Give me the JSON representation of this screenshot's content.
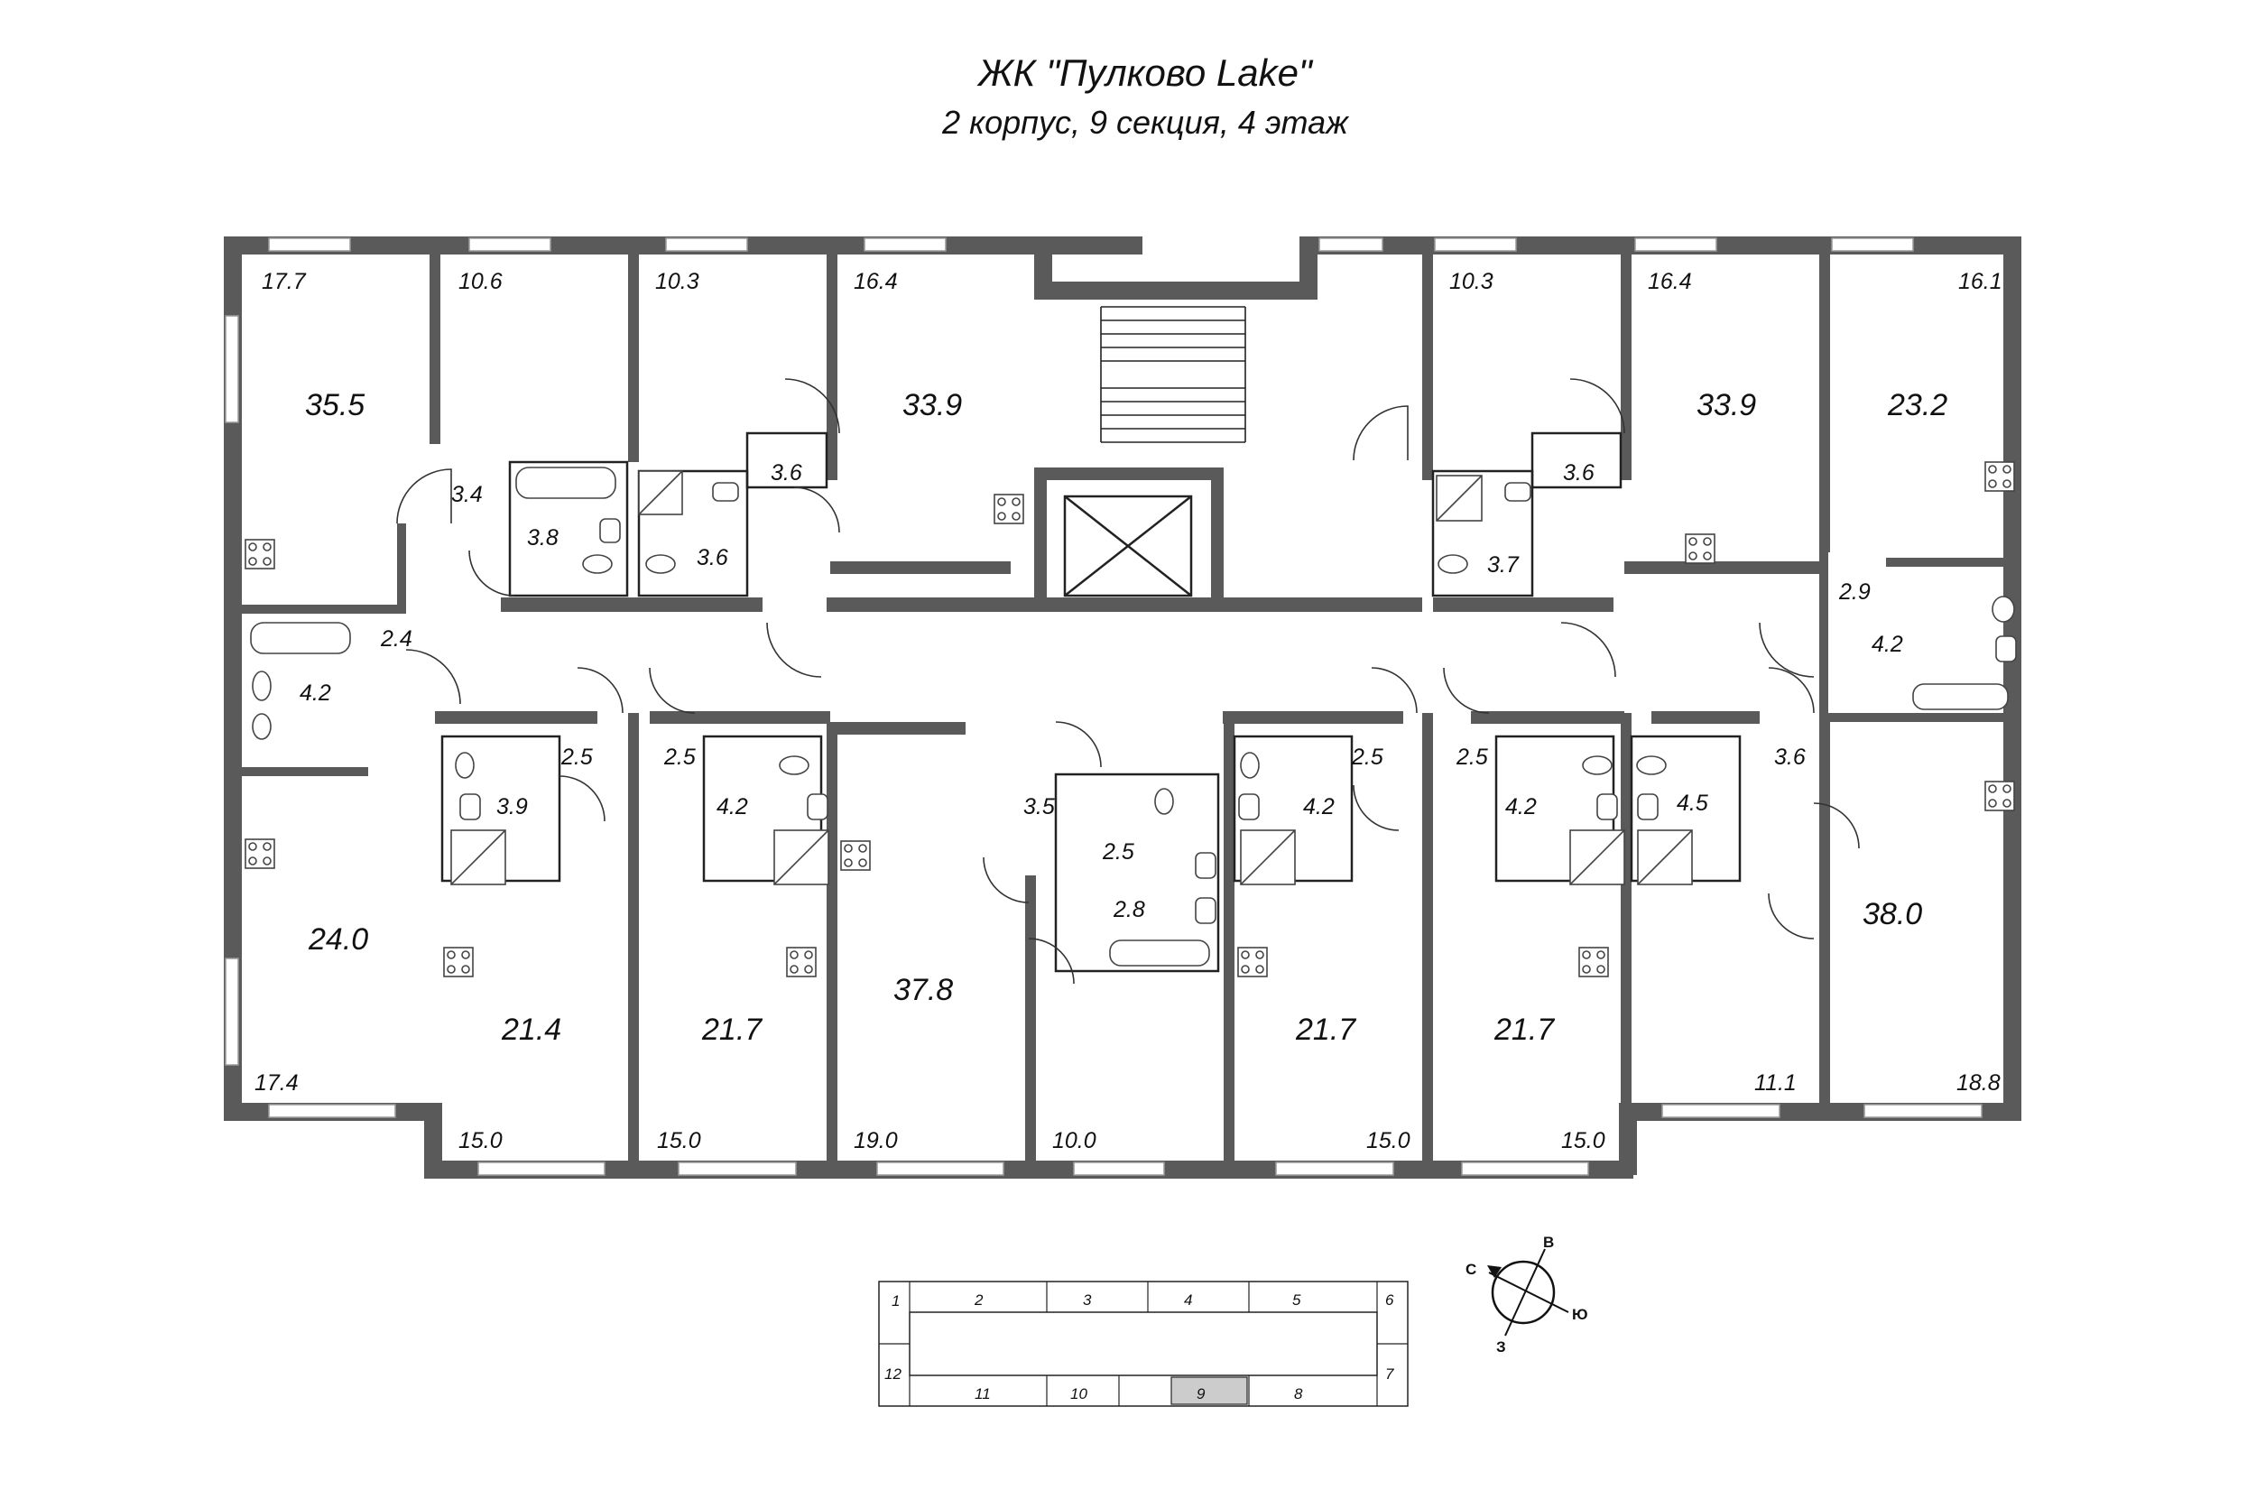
{
  "header": {
    "title": "ЖК \"Пулково Lake\"",
    "subtitle": "2 корпус, 9 секция, 4 этаж"
  },
  "rooms": {
    "r01": "17.7",
    "r02": "10.6",
    "r03": "10.3",
    "r04": "16.4",
    "r05": "10.3",
    "r06": "16.4",
    "r07": "16.1",
    "r08": "35.5",
    "r09": "33.9",
    "r10": "33.9",
    "r11": "23.2",
    "r12": "3.4",
    "r13": "3.8",
    "r14": "3.6",
    "r15": "3.6",
    "r16": "3.6",
    "r17": "3.7",
    "r18": "2.4",
    "r19": "4.2",
    "r20": "2.9",
    "r21": "4.2",
    "r22": "2.5",
    "r23": "3.9",
    "r24": "2.5",
    "r25": "4.2",
    "r26": "3.5",
    "r27": "2.5",
    "r28": "2.8",
    "r29": "2.5",
    "r30": "4.2",
    "r31": "2.5",
    "r32": "4.2",
    "r33": "4.5",
    "r34": "3.6",
    "r35": "24.0",
    "r36": "21.4",
    "r37": "21.7",
    "r38": "37.8",
    "r39": "21.7",
    "r40": "21.7",
    "r41": "38.0",
    "r42": "17.4",
    "r43": "15.0",
    "r44": "15.0",
    "r45": "19.0",
    "r46": "10.0",
    "r47": "15.0",
    "r48": "15.0",
    "r49": "11.1",
    "r50": "18.8"
  },
  "section_key": {
    "cells": [
      "1",
      "2",
      "3",
      "4",
      "5",
      "6",
      "7",
      "8",
      "9",
      "10",
      "11",
      "12"
    ],
    "highlighted": "9",
    "highlight_color": "#cccccc"
  },
  "compass": {
    "north": "С",
    "east": "В",
    "south": "Ю",
    "west": "З"
  },
  "colors": {
    "wall": "#5a5a5a",
    "background": "#ffffff"
  }
}
